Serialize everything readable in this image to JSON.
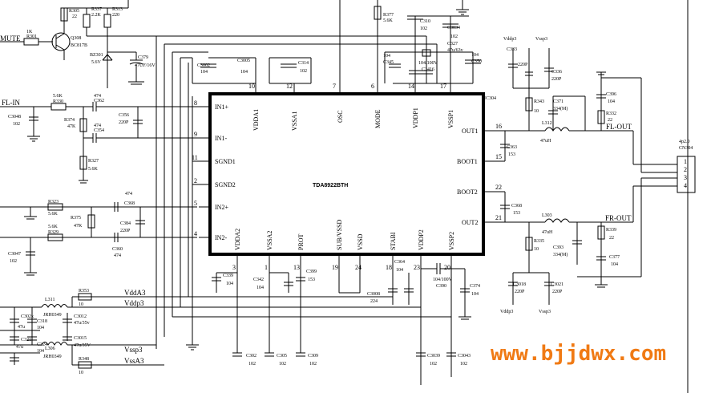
{
  "chip": {
    "ref": "IC304",
    "name": "TDA8922BTH"
  },
  "pins_left": [
    {
      "num": "8",
      "name": "IN1+"
    },
    {
      "num": "9",
      "name": "IN1-"
    },
    {
      "num": "11",
      "name": "SGND1"
    },
    {
      "num": "2",
      "name": "SGND2"
    },
    {
      "num": "5",
      "name": "IN2+"
    },
    {
      "num": "4",
      "name": "IN2-"
    }
  ],
  "pins_top": [
    {
      "num": "10",
      "name": "VDDA1"
    },
    {
      "num": "12",
      "name": "VSSA1"
    },
    {
      "num": "7",
      "name": "OSC"
    },
    {
      "num": "6",
      "name": "MODE"
    },
    {
      "num": "14",
      "name": "VDDP1"
    },
    {
      "num": "17",
      "name": "VSSP1"
    }
  ],
  "pins_right": [
    {
      "num": "16",
      "name": "OUT1"
    },
    {
      "num": "15",
      "name": "BOOT1"
    },
    {
      "num": "22",
      "name": "BOOT2"
    },
    {
      "num": "21",
      "name": "OUT2"
    }
  ],
  "pins_bottom": [
    {
      "num": "3",
      "name": "VDDA2"
    },
    {
      "num": "1",
      "name": "VSSA2"
    },
    {
      "num": "13",
      "name": "PROT"
    },
    {
      "num": "19",
      "name": "SUB/VSSD"
    },
    {
      "num": "24",
      "name": "VSSD"
    },
    {
      "num": "18",
      "name": "STABI"
    },
    {
      "num": "23",
      "name": "VDDP2"
    },
    {
      "num": "20",
      "name": "VSSP2"
    }
  ],
  "signals": {
    "mute": "MUTE",
    "fl_in": "FL-IN",
    "fl_out": "FL-OUT",
    "fr_out": "FR-OUT",
    "vdda3": "VddA3",
    "vddp3": "Vddp3",
    "vssp3": "Vssp3",
    "vssa3": "VssA3",
    "vddp3_top": "Vddp3",
    "vssp3_top": "Vssp3",
    "vddp3_bot": "Vddp3",
    "vssp3_bot": "Vssp3"
  },
  "connector": {
    "ref": "CN304",
    "type": "4p2.0",
    "pins": [
      "1",
      "2",
      "3",
      "4"
    ]
  },
  "components": {
    "r305": "R305",
    "r305v": "22",
    "r337": "R337",
    "r337v": "2.2K",
    "r313": "R313",
    "r313v": "220",
    "r301": "R301",
    "r301v": "1K",
    "q308": "Q308",
    "q308v": "BC817B",
    "bz301": "BZ301",
    "bz301v": "5.6V",
    "c379": "C379",
    "c379v": "47UF/16V",
    "r377": "R377",
    "r377v": "5.6K",
    "c310": "C310",
    "c310v": "102",
    "c3034": "C3034",
    "c3034v": "102",
    "c327": "C327",
    "c327v": "47u/63v",
    "c350": "C350",
    "c350v": "104",
    "c345": "C345",
    "c345v": "104",
    "c346": "C3416",
    "c346v": "104/100V",
    "c3002": "C3002",
    "c3002v": "104",
    "c3005": "C3005",
    "c3005v": "104",
    "c314": "C314",
    "c314v": "102",
    "r330": "R330",
    "r330v": "5.6K",
    "c362": "C362",
    "c362v": "474",
    "c3048": "C3048",
    "c3048v": "102",
    "r374": "R374",
    "r374v": "47K",
    "c356": "C356",
    "c356v": "220P",
    "c354": "C354",
    "c354v": "474",
    "r327": "R327",
    "r327v": "5.6K",
    "r323": "R323",
    "r323v": "5.6K",
    "c368": "C368",
    "c368v": "474",
    "r375": "R375",
    "r375v": "47K",
    "r329": "R329",
    "r329v": "5.6K",
    "c384": "C384",
    "c384v": "220P",
    "c360": "C360",
    "c360v": "474",
    "c3047": "C3047",
    "c3047v": "102",
    "c333": "C333",
    "c333v": "220P",
    "c336": "C336",
    "c336v": "220P",
    "r343": "R343",
    "r343v": "10",
    "c371": "C371",
    "c371v": "334(M)",
    "l312": "L312",
    "l312v": "47uH",
    "c396": "C396",
    "c396v": "104",
    "r332": "R332",
    "r332v": "22",
    "c363": "C363",
    "c363v": "153",
    "c368b": "C368",
    "c368bv": "153",
    "l303": "L303",
    "l303v": "47uH",
    "r335": "R335",
    "r335v": "10",
    "c393": "C393",
    "c393v": "334(M)",
    "r339": "R339",
    "r339v": "22",
    "c377": "C377",
    "c377v": "104",
    "c3018": "C3018",
    "c3018v": "220P",
    "c3021": "C3021",
    "c3021v": "220P",
    "c339": "C339",
    "c339v": "104",
    "c342": "C342",
    "c342v": "104",
    "c399": "C399",
    "c399v": "153",
    "c3008": "C3008",
    "c3008v": "224",
    "c364": "C364",
    "c364v": "104",
    "c390": "C390",
    "c390v": "104/100V",
    "c374": "C374",
    "c374v": "104",
    "c302": "C302",
    "c302v": "102",
    "c305": "C305",
    "c305v": "102",
    "c309": "C309",
    "c309v": "102",
    "c3039": "C3039",
    "c3039v": "102",
    "c3043": "C3043",
    "c3043v": "102",
    "l311": "L311",
    "l311v": "JRH0349",
    "r353": "R353",
    "r353v": "10",
    "c3012": "C3012",
    "c3012v": "47u/35v",
    "c318": "C318",
    "c318v": "104",
    "c3021b": "C302x",
    "c3021bv": "47u",
    "l306": "L306",
    "l306v": "JRH0349",
    "c3015": "C3015",
    "c3015v": "47u/35V",
    "c324": "C324",
    "c324v": "104",
    "c321": "C321",
    "c321v": "47u",
    "r348": "R348",
    "r348v": "10"
  },
  "watermark": "www.bjjdwx.com"
}
